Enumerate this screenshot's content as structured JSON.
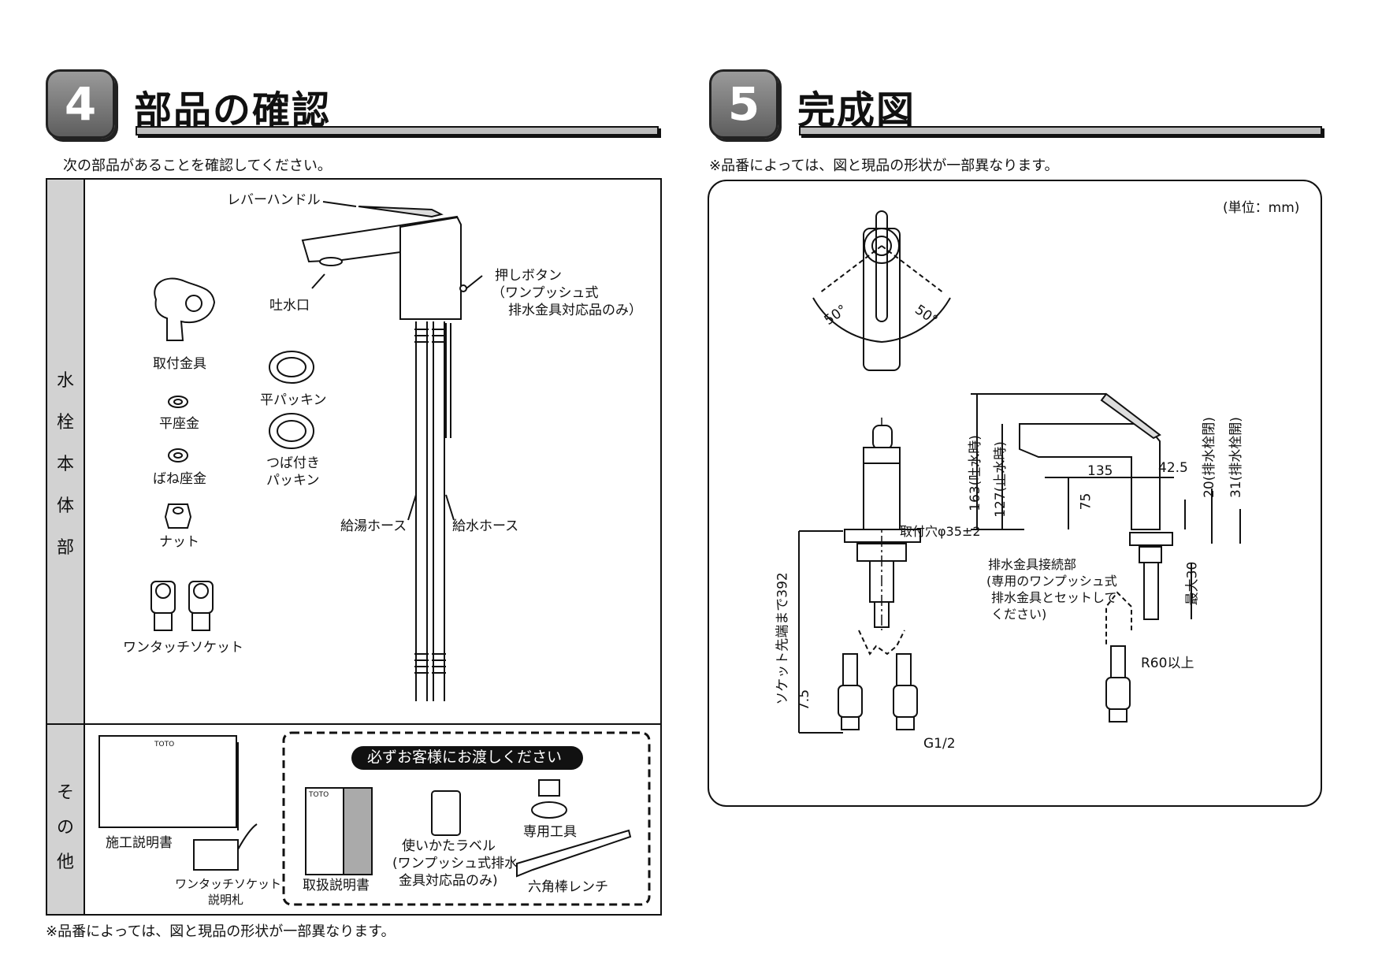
{
  "section4": {
    "number": "4",
    "title": "部品の確認",
    "intro": "次の部品があることを確認してください。",
    "body_label": [
      "水",
      "栓",
      "本",
      "体",
      "部"
    ],
    "other_label": [
      "そ",
      "の",
      "他"
    ],
    "parts": {
      "lever": "レバーハンドル",
      "spout": "吐水口",
      "push_button": [
        "押しボタン",
        "（ワンプッシュ式",
        "　排水金具対応品のみ）"
      ],
      "mount_fitting": "取付金具",
      "flat_washer": "平座金",
      "spring_washer": "ばね座金",
      "nut": "ナット",
      "one_touch_socket": "ワンタッチソケット",
      "flat_packing": "平パッキン",
      "flange_packing": [
        "つば付き",
        "パッキン"
      ],
      "hot_hose": "給湯ホース",
      "cold_hose": "給水ホース"
    },
    "others": {
      "install_manual": "施工説明書",
      "brand": "TOTO",
      "socket_card": [
        "ワンタッチソケット",
        "説明札"
      ],
      "must_give": "必ずお客様にお渡しください",
      "user_manual": "取扱説明書",
      "label": [
        "使いかたラベル",
        "(ワンプッシュ式排水",
        "金具対応品のみ)"
      ],
      "tool": "専用工具",
      "hex_wrench": "六角棒レンチ"
    },
    "footnote": "※品番によっては、図と現品の形状が一部異なります。"
  },
  "section5": {
    "number": "5",
    "title": "完成図",
    "note": "※品番によっては、図と現品の形状が一部異なります。",
    "unit": "(単位：mm)",
    "dims": {
      "angle_left": "50°",
      "angle_right": "50°",
      "d163": "163(吐水時)",
      "d127": "127(止水時)",
      "d135": "135",
      "d42_5": "42.5",
      "d75": "75",
      "d20": "20(排水栓閉)",
      "d31": "31(排水栓開)",
      "hole": "取付穴φ35±2",
      "drain": [
        "排水金具接続部",
        "(専用のワンプッシュ式",
        "排水金具とセットして",
        "ください)"
      ],
      "max30": "最大30",
      "socket392": "ソケット先端まで392",
      "d7_5": "7.5",
      "r60": "R60以上",
      "g12": "G1/2"
    }
  }
}
